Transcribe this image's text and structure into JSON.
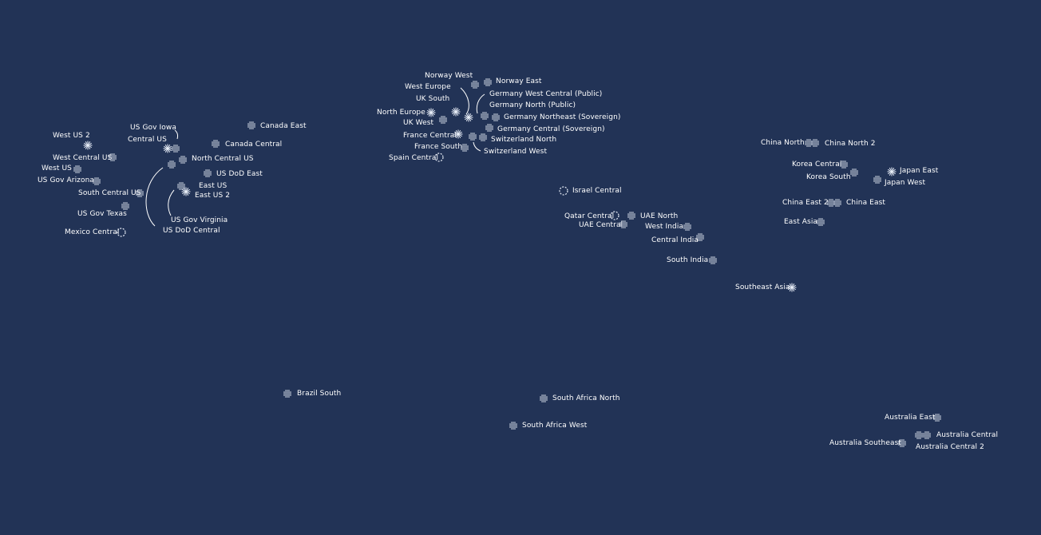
{
  "map": {
    "legend_types": {
      "dots": "region-icon",
      "burst": "availability-zone-region-icon",
      "ring": "coming-soon-region-icon"
    },
    "colors": {
      "background": "#223356",
      "marker": "#e8eef8",
      "text": "#ffffff"
    },
    "regions": [
      {
        "id": "canada-east",
        "name": "Canada East",
        "icon": "dots"
      },
      {
        "id": "canada-central",
        "name": "Canada Central",
        "icon": "dots"
      },
      {
        "id": "us-gov-iowa",
        "name": "US Gov Iowa",
        "icon": "dots"
      },
      {
        "id": "central-us",
        "name": "Central US",
        "icon": "burst"
      },
      {
        "id": "west-us-2",
        "name": "West US 2",
        "icon": "burst"
      },
      {
        "id": "west-central-us",
        "name": "West Central US",
        "icon": "dots"
      },
      {
        "id": "west-us",
        "name": "West US",
        "icon": "dots"
      },
      {
        "id": "us-gov-arizona",
        "name": "US Gov Arizona",
        "icon": "dots"
      },
      {
        "id": "north-central-us",
        "name": "North Central US",
        "icon": "dots"
      },
      {
        "id": "us-dod-east",
        "name": "US DoD East",
        "icon": "dots"
      },
      {
        "id": "east-us",
        "name": "East US",
        "icon": "dots"
      },
      {
        "id": "east-us-2",
        "name": "East US 2",
        "icon": "burst"
      },
      {
        "id": "south-central-us",
        "name": "South Central US",
        "icon": "dots"
      },
      {
        "id": "us-gov-texas",
        "name": "US Gov Texas",
        "icon": "dots"
      },
      {
        "id": "us-gov-virginia",
        "name": "US Gov Virginia",
        "icon": "dots"
      },
      {
        "id": "us-dod-central",
        "name": "US DoD Central",
        "icon": "dots"
      },
      {
        "id": "mexico-central",
        "name": "Mexico Central",
        "icon": "ring"
      },
      {
        "id": "brazil-south",
        "name": "Brazil South",
        "icon": "dots"
      },
      {
        "id": "norway-west",
        "name": "Norway West",
        "icon": "dots"
      },
      {
        "id": "norway-east",
        "name": "Norway East",
        "icon": "dots"
      },
      {
        "id": "west-europe",
        "name": "West Europe",
        "icon": "burst"
      },
      {
        "id": "uk-south",
        "name": "UK South",
        "icon": "burst"
      },
      {
        "id": "north-europe",
        "name": "North Europe",
        "icon": "burst"
      },
      {
        "id": "uk-west",
        "name": "UK West",
        "icon": "dots"
      },
      {
        "id": "germany-west-central-public",
        "name": "Germany West Central (Public)",
        "icon": "dots"
      },
      {
        "id": "germany-north-public",
        "name": "Germany North (Public)",
        "icon": "dots"
      },
      {
        "id": "germany-northeast-sovereign",
        "name": "Germany Northeast (Sovereign)",
        "icon": "dots"
      },
      {
        "id": "germany-central-sovereign",
        "name": "Germany Central (Sovereign)",
        "icon": "dots"
      },
      {
        "id": "france-central",
        "name": "France Central",
        "icon": "burst"
      },
      {
        "id": "france-south",
        "name": "France South",
        "icon": "dots"
      },
      {
        "id": "switzerland-north",
        "name": "Switzerland North",
        "icon": "dots"
      },
      {
        "id": "switzerland-west",
        "name": "Switzerland West",
        "icon": "dots"
      },
      {
        "id": "spain-central",
        "name": "Spain Central",
        "icon": "ring"
      },
      {
        "id": "israel-central",
        "name": "Israel Central",
        "icon": "ring"
      },
      {
        "id": "qatar-central",
        "name": "Qatar Central",
        "icon": "ring"
      },
      {
        "id": "uae-north",
        "name": "UAE North",
        "icon": "dots"
      },
      {
        "id": "uae-central",
        "name": "UAE Central",
        "icon": "dots"
      },
      {
        "id": "west-india",
        "name": "West India",
        "icon": "dots"
      },
      {
        "id": "central-india",
        "name": "Central India",
        "icon": "dots"
      },
      {
        "id": "south-india",
        "name": "South India",
        "icon": "dots"
      },
      {
        "id": "south-africa-north",
        "name": "South Africa North",
        "icon": "dots"
      },
      {
        "id": "south-africa-west",
        "name": "South Africa West",
        "icon": "dots"
      },
      {
        "id": "china-north",
        "name": "China North",
        "icon": "dots"
      },
      {
        "id": "china-north-2",
        "name": "China North 2",
        "icon": "dots"
      },
      {
        "id": "korea-central",
        "name": "Korea Central",
        "icon": "dots"
      },
      {
        "id": "korea-south",
        "name": "Korea South",
        "icon": "dots"
      },
      {
        "id": "japan-east",
        "name": "Japan East",
        "icon": "burst"
      },
      {
        "id": "japan-west",
        "name": "Japan West",
        "icon": "dots"
      },
      {
        "id": "china-east-2",
        "name": "China East 2",
        "icon": "dots"
      },
      {
        "id": "china-east",
        "name": "China East",
        "icon": "dots"
      },
      {
        "id": "east-asia",
        "name": "East Asia",
        "icon": "dots"
      },
      {
        "id": "southeast-asia",
        "name": "Southeast Asia",
        "icon": "burst"
      },
      {
        "id": "australia-east",
        "name": "Australia East",
        "icon": "dots"
      },
      {
        "id": "australia-central",
        "name": "Australia Central",
        "icon": "dots"
      },
      {
        "id": "australia-central-2",
        "name": "Australia Central 2",
        "icon": "dots"
      },
      {
        "id": "australia-southeast",
        "name": "Australia Southeast",
        "icon": "dots"
      }
    ]
  }
}
